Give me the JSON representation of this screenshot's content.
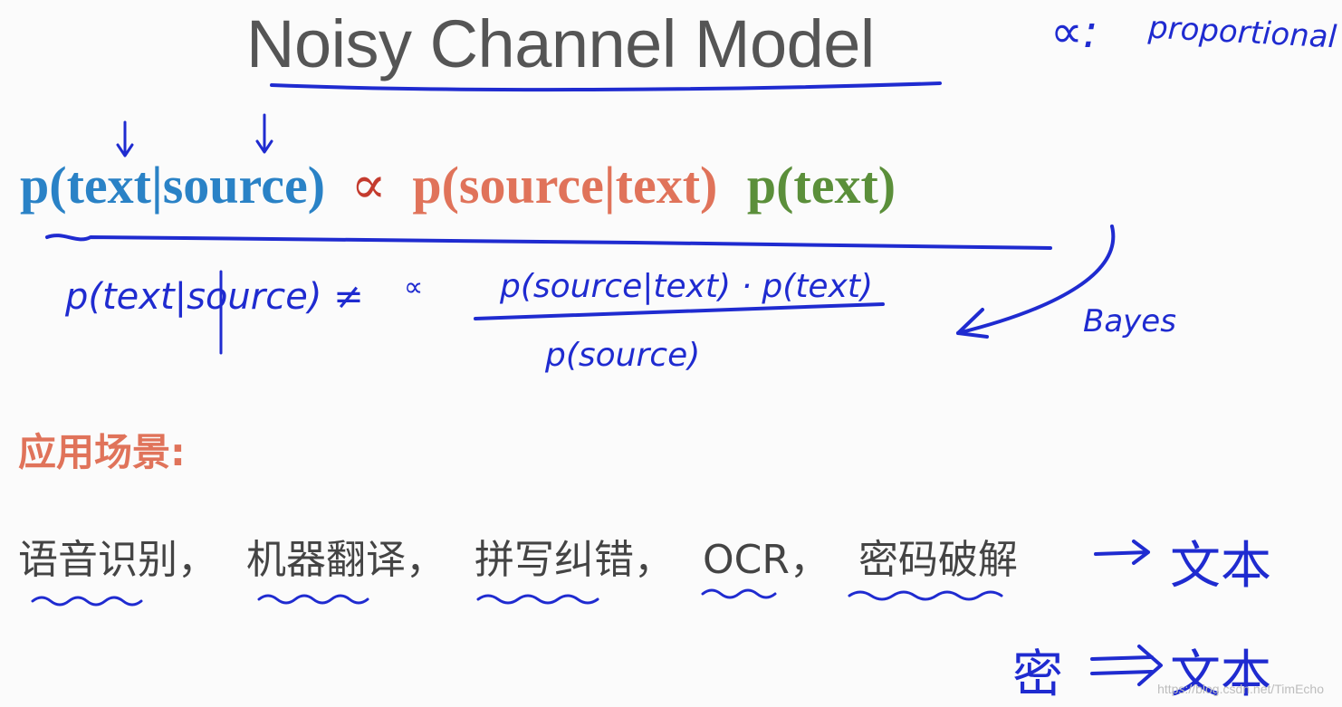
{
  "title": "Noisy Channel Model",
  "formula": {
    "lhs": "p(text|source)",
    "proportional": "∝",
    "likelihood": "p(source|text)",
    "prior": "p(text)"
  },
  "annotations": {
    "alpha_symbol": "∝:",
    "proportional_note": "proportional",
    "bayes_lhs": "p(text|source) ≠",
    "alpha_small": "∝",
    "bayes_numerator": "p(source|text) · p(text)",
    "bayes_denominator": "p(source)",
    "bayes_note": "Bayes",
    "arrow_wen": "文本",
    "mi": "密",
    "double_arrow_wen": "文本"
  },
  "scenarios_label": "应用场景:",
  "applications": [
    {
      "text": "语音识别",
      "sep": "，"
    },
    {
      "text": "机器翻译",
      "sep": "，"
    },
    {
      "text": "拼写纠错",
      "sep": "，"
    },
    {
      "text": "OCR",
      "sep": "，"
    },
    {
      "text": "密码破解",
      "sep": ""
    }
  ],
  "watermark": "https://blog.csdn.net/TimEcho",
  "colors": {
    "blue": "#2a82c6",
    "red": "#c43b2e",
    "orange": "#e0735a",
    "green": "#5b8f3a",
    "ink": "#1f2bd0"
  }
}
